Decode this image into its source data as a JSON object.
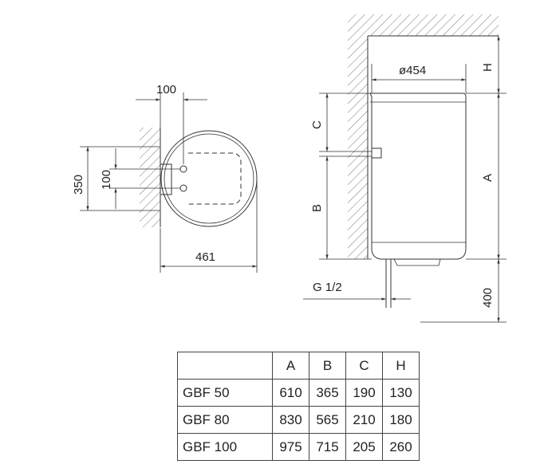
{
  "top_view": {
    "dim_pipe_spacing_top": "100",
    "dim_mount_height": "350",
    "dim_pipe_spacing_side": "100",
    "dim_diameter": "461"
  },
  "side_view": {
    "dim_diameter": "ø454",
    "dim_h": "H",
    "dim_c": "C",
    "dim_a": "A",
    "dim_b": "B",
    "dim_thread": "G 1/2",
    "dim_floor": "400"
  },
  "table": {
    "headers": [
      "",
      "A",
      "B",
      "C",
      "H"
    ],
    "rows": [
      {
        "model": "GBF 50",
        "a": "610",
        "b": "365",
        "c": "190",
        "h": "130"
      },
      {
        "model": "GBF 80",
        "a": "830",
        "b": "565",
        "c": "210",
        "h": "180"
      },
      {
        "model": "GBF 100",
        "a": "975",
        "b": "715",
        "c": "205",
        "h": "260"
      }
    ]
  }
}
